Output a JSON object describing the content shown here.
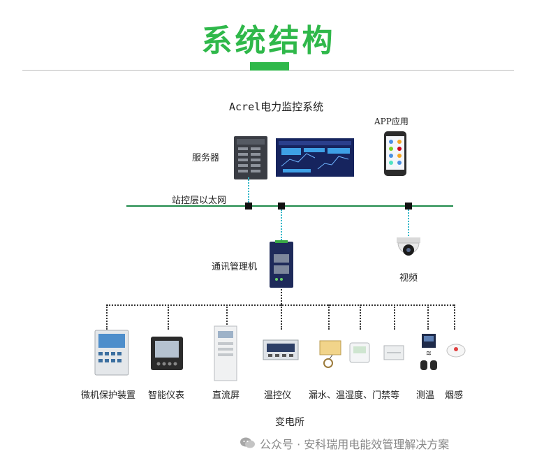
{
  "header": {
    "title": "系统结构"
  },
  "system": {
    "name": "Acrel电力监控系统"
  },
  "labels": {
    "server": "服务器",
    "app": "APP应用",
    "network": "站控层以太网",
    "gateway": "通讯管理机",
    "video": "视频",
    "substation": "变电所"
  },
  "devices": [
    {
      "name": "微机保护装置"
    },
    {
      "name": "智能仪表"
    },
    {
      "name": "直流屏"
    },
    {
      "name": "温控仪"
    },
    {
      "name": "漏水、温湿度、门禁等"
    },
    {
      "name": "测温"
    },
    {
      "name": "烟感"
    }
  ],
  "watermark": {
    "text": "公众号 · 安科瑞用电能效管理解决方案"
  },
  "colors": {
    "accent": "#2fb84a",
    "network_line": "#1f8a4a",
    "link_dotted": "#34b7c8"
  }
}
